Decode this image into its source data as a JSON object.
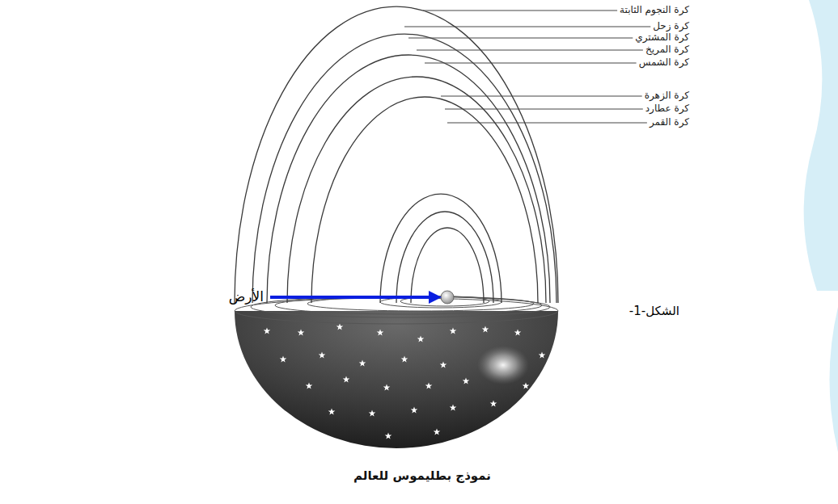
{
  "diagram": {
    "caption": "نموذج بطليموس للعالم",
    "labels": [
      "كرة النجوم الثابتة",
      "كرة زحل",
      "كرة المشتري",
      "كرة المريخ",
      "كرة الشمس",
      "كرة الزهرة",
      "كرة عطارد",
      "كرة القمر",
      "الأرض",
      "الشكل-1-"
    ]
  }
}
